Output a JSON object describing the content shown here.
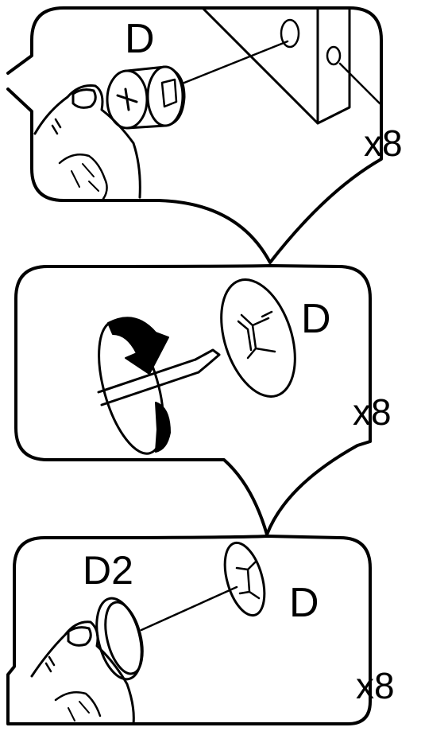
{
  "steps": [
    {
      "part_label": "D",
      "quantity_label": "x8"
    },
    {
      "part_label": "D",
      "quantity_label": "x8"
    },
    {
      "part_label": "D",
      "secondary_part_label": "D2",
      "quantity_label": "x8"
    }
  ]
}
